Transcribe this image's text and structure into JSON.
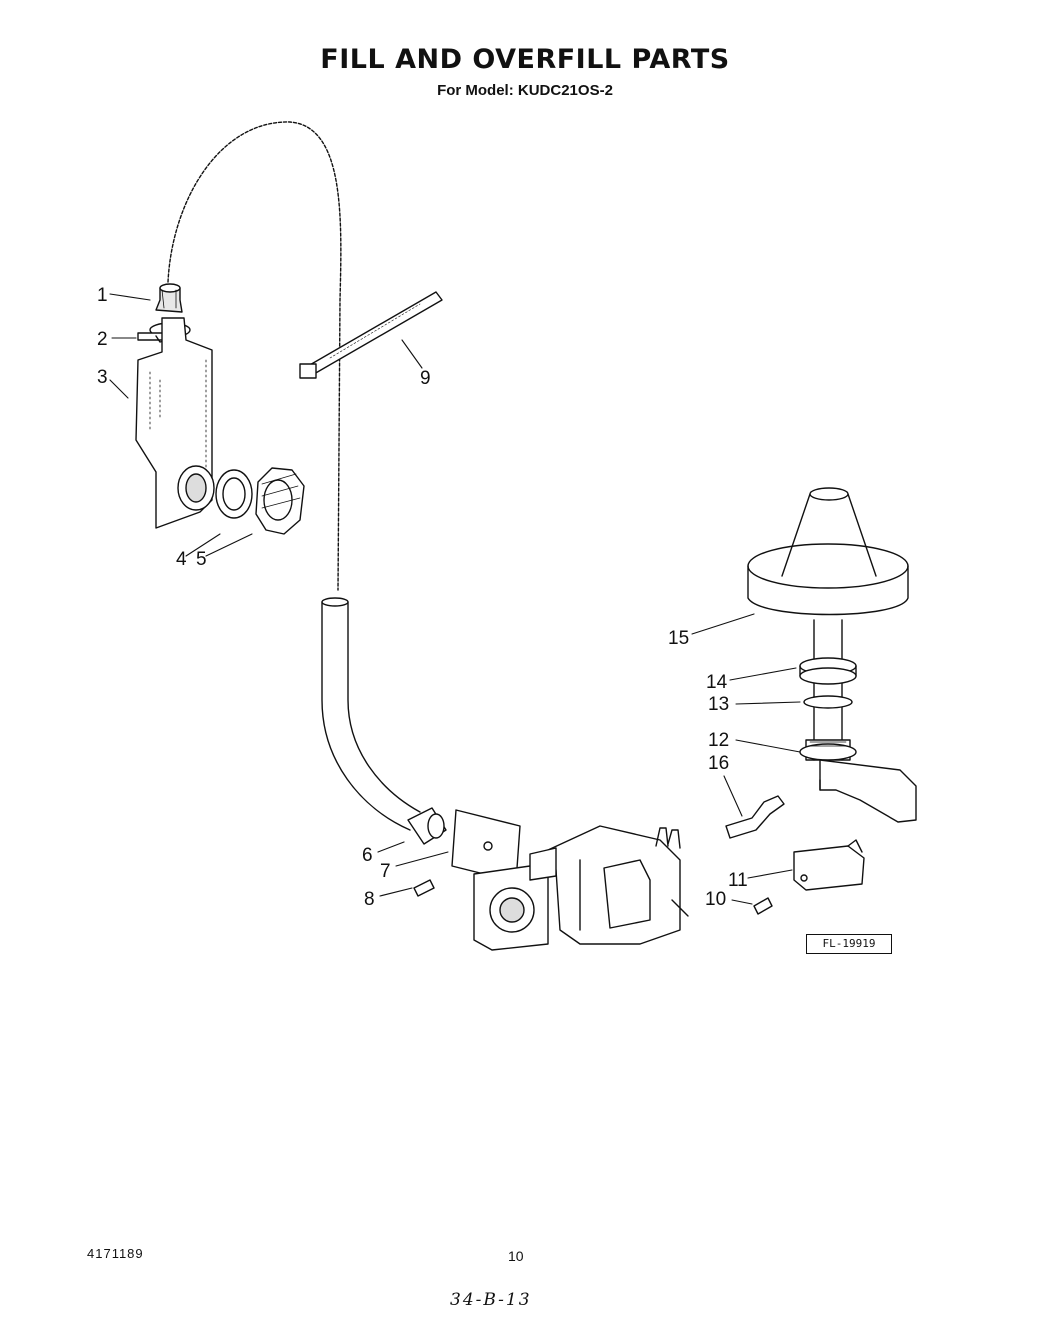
{
  "header": {
    "title": "FILL AND OVERFILL PARTS",
    "subtitle": "For Model: KUDC21OS-2"
  },
  "callouts": [
    {
      "id": "1",
      "text": "1"
    },
    {
      "id": "2",
      "text": "2"
    },
    {
      "id": "3",
      "text": "3"
    },
    {
      "id": "4",
      "text": "4"
    },
    {
      "id": "5",
      "text": "5"
    },
    {
      "id": "6",
      "text": "6"
    },
    {
      "id": "7",
      "text": "7"
    },
    {
      "id": "8",
      "text": "8"
    },
    {
      "id": "9",
      "text": "9"
    },
    {
      "id": "10",
      "text": "10"
    },
    {
      "id": "11",
      "text": "11"
    },
    {
      "id": "12",
      "text": "12"
    },
    {
      "id": "13",
      "text": "13"
    },
    {
      "id": "14",
      "text": "14"
    },
    {
      "id": "15",
      "text": "15"
    },
    {
      "id": "16",
      "text": "16"
    }
  ],
  "figure_code": "FL-19919",
  "footer": {
    "doc_number": "4171189",
    "page_number": "10",
    "handwritten_note": "34-B-13"
  }
}
